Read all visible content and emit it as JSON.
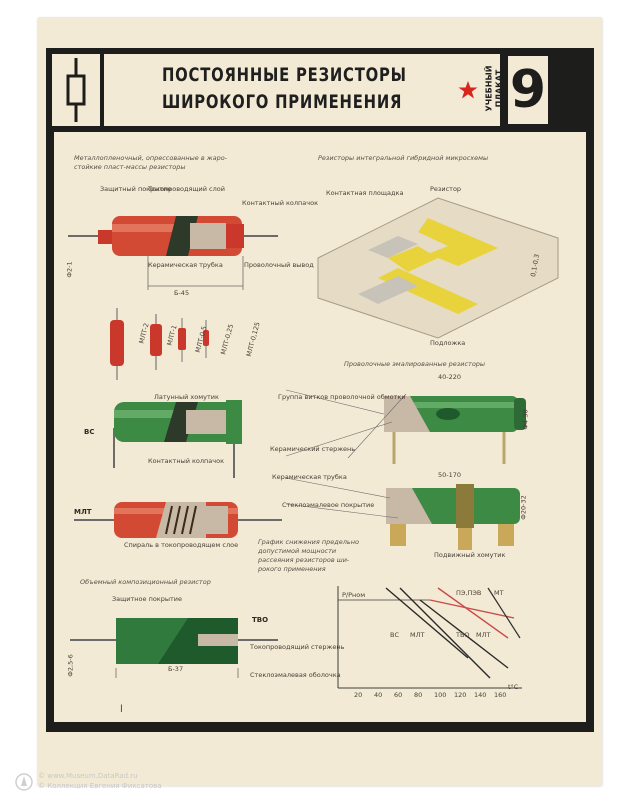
{
  "header": {
    "title_line1": "ПОСТОЯННЫЕ РЕЗИСТОРЫ",
    "title_line2": "ШИРОКОГО ПРИМЕНЕНИЯ",
    "tag_line1": "УЧЕБНЫЙ",
    "tag_line2": "ПЛАКАТ",
    "number": "9",
    "icon": "resistor-symbol-icon",
    "star_icon": "red-star-icon"
  },
  "colors": {
    "header_band": "#1d1d1b",
    "paper": "#f2ead4",
    "red_body": "#c9382b",
    "green_body": "#3d8a45",
    "yellow_film": "#e8d33c",
    "star": "#d9261c"
  },
  "sections": {
    "metal_film": {
      "heading_line1": "Металлопленочный, опрессованные в жаро-",
      "heading_line2": "стойкие пласт-массы резисторы",
      "labels": {
        "protective": "Защитный покрытие",
        "conductive": "Токопроводящий слой",
        "cap": "Контактный колпачок",
        "ceramic": "Керамическая трубка",
        "lead": "Проволочный вывод",
        "dim_len": "Б-45",
        "dim_dia": "Ф2-1"
      },
      "small_resistors": [
        "МЛТ-2",
        "МЛТ-1",
        "МЛТ-0,5",
        "МЛТ-0,25",
        "МЛТ-0,125"
      ]
    },
    "hybrid": {
      "heading": "Резисторы интегральной гибридной микросхемы",
      "labels": {
        "contact_area": "Контактная площадка",
        "resistor": "Резистор",
        "substrate": "Подложка",
        "dim": "0,1-0,3"
      }
    },
    "wirewound": {
      "heading": "Проволочные эмалированные резисторы",
      "dim_top": "40-220",
      "dim_top_dia": "Ф4-30",
      "dim_mid": "50-170",
      "dim_mid_dia": "Ф20-32",
      "labels": {
        "winding": "Группа витков проволочной обмотки",
        "ceramic_core": "Керамический стержень",
        "ceramic_tube": "Керамическая трубка",
        "enamel": "Стеклоэмалевое покрытие",
        "movable": "Подвижный хомутик"
      }
    },
    "vs": {
      "label": "ВС",
      "sublabels": {
        "cap": "Латунный хомутик",
        "contact": "Контактный колпачок"
      }
    },
    "mlt": {
      "label": "МЛТ",
      "caption": "Спираль в токопроводящем слое"
    },
    "tvo": {
      "heading": "Объемный композиционный резистор",
      "label": "ТВО",
      "labels": {
        "protective": "Защитное покрытие",
        "conductive": "Токопроводящий стержень",
        "glass": "Стеклоэмалевая оболочка",
        "dim_len": "Б-37",
        "dim_dia": "Ф2,5-6"
      }
    },
    "graph": {
      "caption_line1": "График снижения предельно",
      "caption_line2": "допустимой мощности",
      "caption_line3": "рассеяния резисторов ши-",
      "caption_line4": "рокого применения",
      "y_label": "P/Pном",
      "x_ticks": [
        "20",
        "40",
        "60",
        "80",
        "100",
        "120",
        "140",
        "160"
      ],
      "x_unit": "t°C",
      "series_labels": [
        "ВС",
        "МЛТ",
        "ПЭ,ПЭВ",
        "МТ",
        "ТВО",
        "МЛТ"
      ]
    }
  },
  "footer": {
    "mark": "l",
    "watermark_line1": "© www.Museum.DataRad.ru",
    "watermark_line2": "© Коллекция Евгения Фиксатова"
  }
}
